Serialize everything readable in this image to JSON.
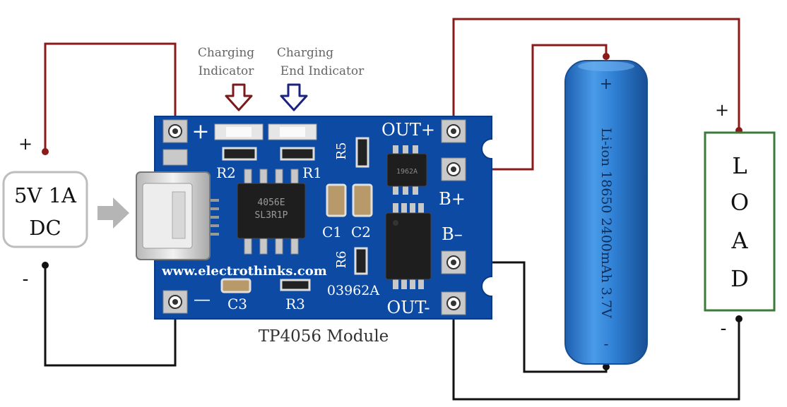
{
  "source": {
    "voltage_label": "5V 1A",
    "type_label": "DC",
    "plus_sign": "+",
    "minus_sign": "-"
  },
  "indicators": {
    "charging": {
      "line1": "Charging",
      "line2": "Indicator"
    },
    "charging_end": {
      "line1": "Charging",
      "line2": "End Indicator"
    }
  },
  "module": {
    "caption": "TP4056 Module",
    "url_text": "www.electrothinks.com",
    "board_code": "03962A",
    "chip_line1": "4056E",
    "chip_line2": "SL3R1P",
    "chip2_text": "1962A",
    "silk": {
      "in_plus": "+",
      "in_minus": "—",
      "out_plus": "OUT+",
      "out_minus": "OUT-",
      "b_plus": "B+",
      "b_minus": "B–",
      "r1": "R1",
      "r2": "R2",
      "r3": "R3",
      "r5": "R5",
      "r6": "R6",
      "c1": "C1",
      "c2": "C2",
      "c3": "C3"
    }
  },
  "battery": {
    "plus_sign": "+",
    "body_text": "Li-ion 18650 2400mAh 3.7V",
    "minus_sign": "-"
  },
  "load": {
    "letters": [
      "L",
      "O",
      "A",
      "D"
    ],
    "plus_sign": "+",
    "minus_sign": "-"
  },
  "colors": {
    "positive_wire": "#8b1a1a",
    "negative_wire": "#111111",
    "pcb": "#0d4aa3",
    "battery": "#2f7fd4",
    "load_border": "#3c7a3c",
    "charging_arrow": "#7a1a1a",
    "end_arrow": "#1a237e"
  }
}
